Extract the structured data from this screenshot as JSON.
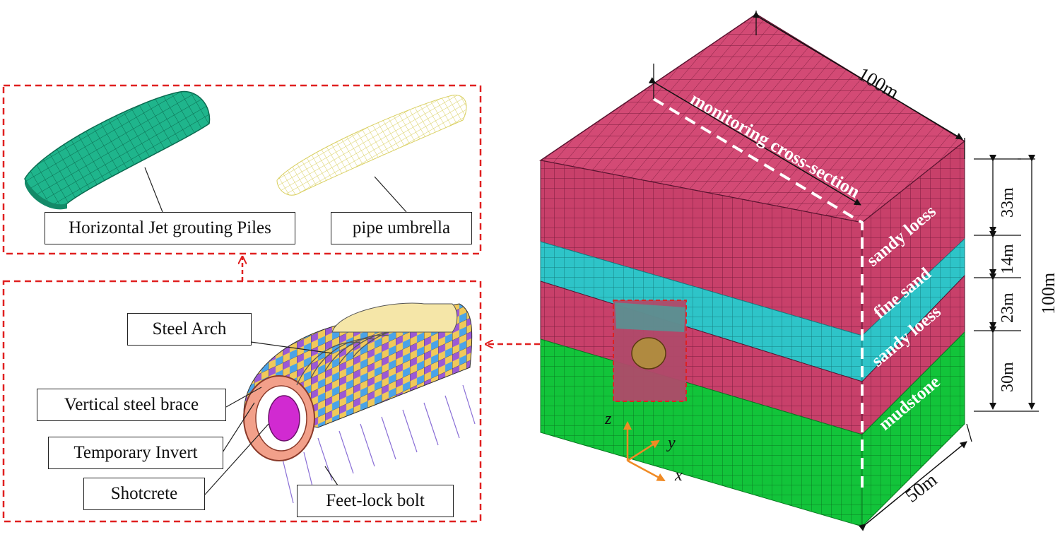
{
  "top_panel": {
    "label_jet": "Horizontal Jet grouting Piles",
    "label_pipe": "pipe umbrella"
  },
  "bottom_panel": {
    "label_steel_arch": "Steel Arch",
    "label_vertical_brace": "Vertical steel brace",
    "label_temporary_invert": "Temporary Invert",
    "label_shotcrete": "Shotcrete",
    "label_feet_lock": "Feet-lock bolt"
  },
  "model": {
    "dim_top": "100m",
    "dim_right": "100m",
    "dim_bottom": "50m",
    "monitoring_label": "monitoring cross-section",
    "layers": [
      {
        "name": "sandy loess",
        "thickness": "33m",
        "color": "#c8406a"
      },
      {
        "name": "fine sand",
        "thickness": "14m",
        "color": "#2ec4c8"
      },
      {
        "name": "sandy loess",
        "thickness": "23m",
        "color": "#c8406a"
      },
      {
        "name": "mudstone",
        "thickness": "30m",
        "color": "#12c43a"
      }
    ],
    "axes": {
      "z": "z",
      "y": "y",
      "x": "x"
    }
  },
  "colors": {
    "callout_frame": "#e02020",
    "jet_piles": "#1fb58c",
    "pipe_umbrella": "#e8e08a",
    "axis": "#f08a24"
  }
}
